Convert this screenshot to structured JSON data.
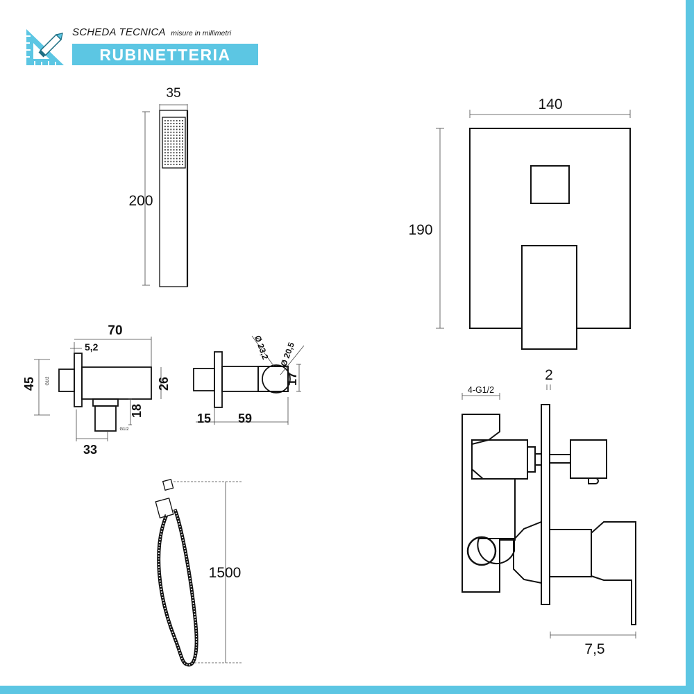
{
  "header": {
    "title": "SCHEDA TECNICA",
    "subtitle": "misure in millimetri",
    "banner": "RUBINETTERIA",
    "logo_icon": "ruler-pencil-icon",
    "accent_color": "#5cc6e3"
  },
  "dimensions": {
    "shower_head_width": "35",
    "shower_head_height": "200",
    "plate_width": "140",
    "plate_height": "190",
    "elbow_length": "70",
    "elbow_offset": "5,2",
    "elbow_height_left": "45",
    "elbow_height_right": "26",
    "elbow_outlet": "18",
    "elbow_bottom": "33",
    "thread_label_a": "G1/2",
    "thread_label_b": "G1/2",
    "bracket_depth": "15",
    "bracket_length": "59",
    "bracket_height": "17",
    "diameter_outer": "Ø 23,2",
    "diameter_inner": "Ø 20,5",
    "hose_length": "1500",
    "plate_thickness": "2",
    "connections": "4-G1/2",
    "lever_offset": "7,5"
  }
}
